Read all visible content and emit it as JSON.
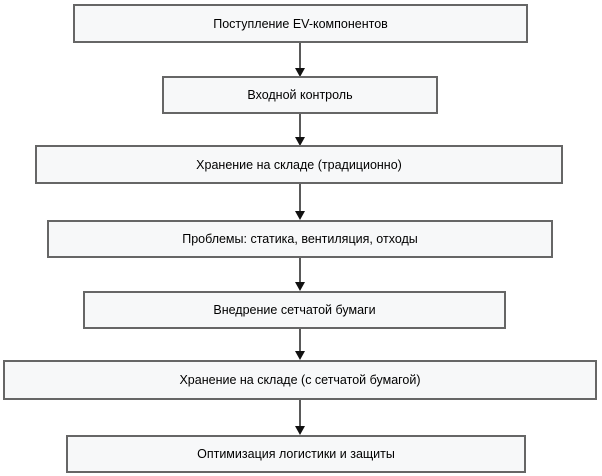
{
  "diagram": {
    "type": "flowchart",
    "direction": "top-down",
    "nodes": [
      {
        "id": 1,
        "label": "Поступление EV-компонентов"
      },
      {
        "id": 2,
        "label": "Входной контроль"
      },
      {
        "id": 3,
        "label": "Хранение на складе (традиционно)"
      },
      {
        "id": 4,
        "label": "Проблемы: статика, вентиляция, отходы"
      },
      {
        "id": 5,
        "label": "Внедрение сетчатой бумаги"
      },
      {
        "id": 6,
        "label": "Хранение на складе (с сетчатой бумагой)"
      },
      {
        "id": 7,
        "label": "Оптимизация логистики и защиты"
      }
    ],
    "connectors": [
      {
        "from": 1,
        "to": 2,
        "style": "arrow-down"
      },
      {
        "from": 2,
        "to": 3,
        "style": "arrow-down"
      },
      {
        "from": 3,
        "to": 4,
        "style": "arrow-down"
      },
      {
        "from": 4,
        "to": 5,
        "style": "arrow-down"
      },
      {
        "from": 5,
        "to": 6,
        "style": "arrow-down"
      },
      {
        "from": 6,
        "to": 7,
        "style": "arrow-down"
      }
    ]
  },
  "colors": {
    "node_fill": "#f7f8f9",
    "node_border": "#666666",
    "arrow": "#5a5a5a",
    "arrowhead": "#111111",
    "text": "#000000",
    "background": "#ffffff"
  }
}
